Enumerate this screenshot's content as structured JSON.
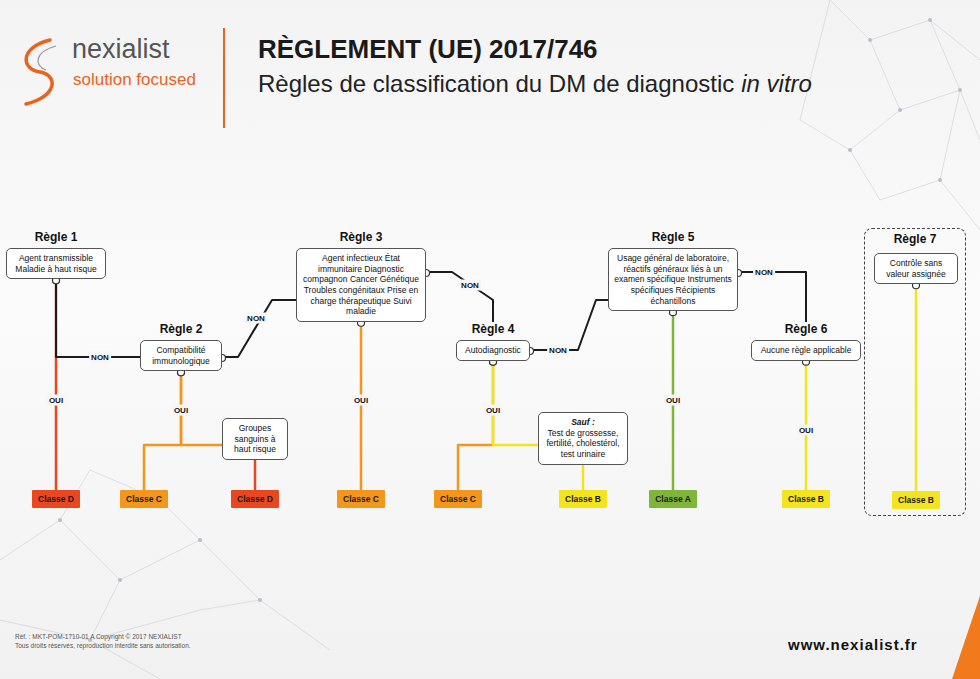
{
  "diagram": {
    "title": "RÈGLEMENT (UE) 2017/746",
    "nodes": [
      {
        "text": [
          "Règle 1",
          "Agent transmissible Maladie à haut risque"
        ]
      },
      {
        "text": [
          "Classe D"
        ]
      },
      {
        "text": [
          "Règle 2",
          "Compatibilité immunologique"
        ]
      },
      {
        "text": [
          "Classe C"
        ]
      },
      {
        "text": [
          "Groupes sanguins à haut risque"
        ]
      },
      {
        "text": [
          "Classe D"
        ]
      },
      {
        "text": [
          "Règle 3",
          "Agent infectieux État immunitaire Diagnostic compagnon Cancer Génétique Troubles congénitaux Prise en charge thérapeutique Suivi maladie"
        ]
      },
      {
        "text": [
          "Classe C"
        ]
      },
      {
        "text": [
          "Règle 4",
          "Autodiagnostic"
        ]
      },
      {
        "text": [
          "Classe C"
        ]
      },
      {
        "text": [
          "Sauf :",
          "Test de grossesse, fertilité, cholestérol, test urinaire"
        ]
      },
      {
        "text": [
          "Classe B"
        ]
      },
      {
        "text": [
          "Règle 5",
          "Usage général de laboratoire, réactifs généraux liés à un examen spécifique Instruments spécifiques Récipients échantillons"
        ]
      },
      {
        "text": [
          "Classe A"
        ]
      },
      {
        "text": [
          "Règle 6",
          "Aucune règle applicable"
        ]
      },
      {
        "text": [
          "Classe B"
        ]
      },
      {
        "text": [
          "Règle 7"
        ]
      },
      {
        "text": [
          "Contrôle sans valeur assignée"
        ],
        "in": 16
      },
      {
        "text": [
          "Classe B"
        ],
        "in": 16
      }
    ],
    "edges": [
      {
        "from": 0,
        "to": 2,
        "label": "NON",
        "arrow": "none"
      },
      {
        "from": 0,
        "to": 1,
        "label": "OUI",
        "arrow": "none"
      },
      {
        "from": 2,
        "to": 3,
        "label": "OUI",
        "arrow": "none"
      },
      {
        "from": 2,
        "to": 4,
        "arrow": "none"
      },
      {
        "from": 4,
        "to": 5,
        "arrow": "none"
      },
      {
        "from": 2,
        "to": 6,
        "label": "NON",
        "arrow": "none"
      },
      {
        "from": 6,
        "to": 7,
        "label": "OUI",
        "arrow": "none"
      },
      {
        "from": 6,
        "to": 8,
        "label": "NON",
        "arrow": "none"
      },
      {
        "from": 8,
        "to": 9,
        "label": "OUI",
        "arrow": "none"
      },
      {
        "from": 8,
        "to": 10,
        "arrow": "none"
      },
      {
        "from": 10,
        "to": 11,
        "arrow": "none"
      },
      {
        "from": 8,
        "to": 12,
        "label": "NON",
        "arrow": "none"
      },
      {
        "from": 12,
        "to": 13,
        "label": "OUI",
        "arrow": "none"
      },
      {
        "from": 12,
        "to": 14,
        "label": "NON",
        "arrow": "none"
      },
      {
        "from": 14,
        "to": 15,
        "label": "OUI",
        "arrow": "none"
      },
      {
        "from": 17,
        "to": 18,
        "arrow": "none"
      }
    ],
    "labels": [
      "nexialist",
      "solution focused",
      "Règles de classification du DM de diagnostic",
      "in vitro",
      "Réf. : MKT-POM-1710-01 A Copyright © 2017 NEXIALIST",
      "Tous droits réservés, reproduction interdite sans autorisation.",
      "www.nexialist.fr"
    ]
  }
}
